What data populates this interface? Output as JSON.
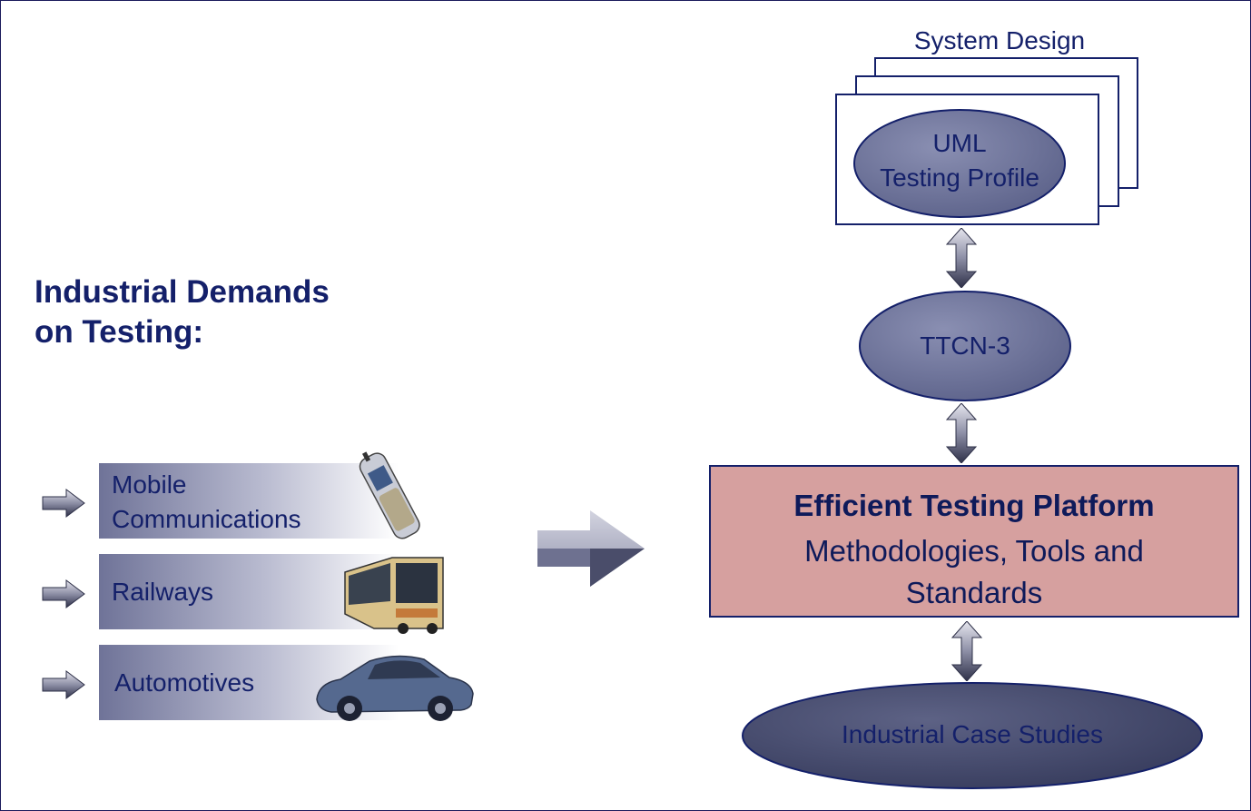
{
  "heading": {
    "line1": "Industrial Demands",
    "line2": "on Testing:"
  },
  "domains": [
    {
      "label_line1": "Mobile",
      "label_line2": "Communications",
      "icon": "mobile-phone-icon"
    },
    {
      "label_line1": "Railways",
      "icon": "train-icon"
    },
    {
      "label_line1": "Automotives",
      "icon": "car-icon"
    }
  ],
  "system_design": {
    "label": "System Design",
    "inner_line1": "UML",
    "inner_line2": "Testing Profile"
  },
  "ttcn": {
    "label": "TTCN-3"
  },
  "platform": {
    "title": "Efficient Testing Platform",
    "line1": "Methodologies, Tools and",
    "line2": "Standards"
  },
  "case_studies": {
    "label": "Industrial Case Studies"
  },
  "colors": {
    "text_navy": "#14206a",
    "ellipse_fill": "#6b7196",
    "ellipse_dark": "#3f4466",
    "platform_fill": "#d6a09f",
    "band_start": "#7a7ea3"
  }
}
